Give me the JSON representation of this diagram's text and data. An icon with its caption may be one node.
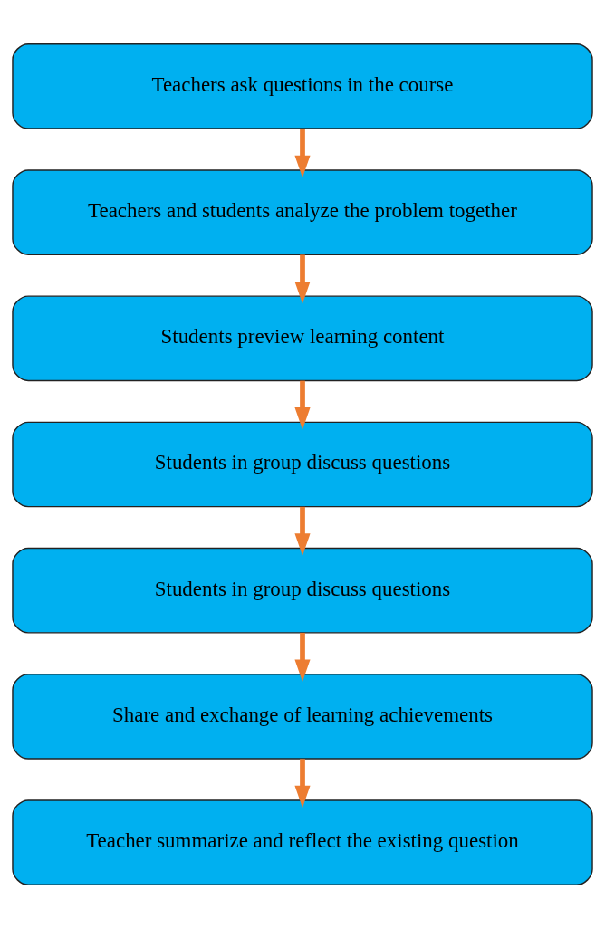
{
  "diagram": {
    "nodes": [
      {
        "text": [
          "Teachers ask questions in the course"
        ]
      },
      {
        "text": [
          "Teachers and students analyze the problem together"
        ]
      },
      {
        "text": [
          "Students preview learning content"
        ]
      },
      {
        "text": [
          "Students in group discuss questions"
        ]
      },
      {
        "text": [
          "Students in group discuss questions"
        ]
      },
      {
        "text": [
          "Share and exchange of learning achievements"
        ]
      },
      {
        "text": [
          "Teacher summarize and reflect the existing question"
        ]
      }
    ],
    "edges": [
      {
        "from": 0,
        "to": 1,
        "arrow": "to"
      },
      {
        "from": 1,
        "to": 2,
        "arrow": "to"
      },
      {
        "from": 2,
        "to": 3,
        "arrow": "to"
      },
      {
        "from": 3,
        "to": 4,
        "arrow": "to"
      },
      {
        "from": 4,
        "to": 5,
        "arrow": "to"
      },
      {
        "from": 5,
        "to": 6,
        "arrow": "to"
      }
    ]
  }
}
